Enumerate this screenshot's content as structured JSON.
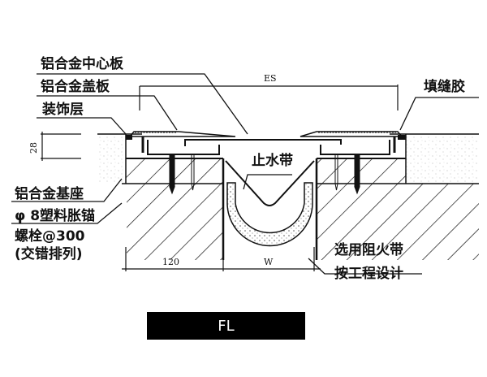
{
  "diagram": {
    "type": "expansion-joint-cross-section",
    "labels": {
      "center_plate": "铝合金中心板",
      "cover_plate": "铝合金盖板",
      "finish_layer": "装饰层",
      "sealant": "填缝胶",
      "waterstop": "止水带",
      "base_seat": "铝合金基座",
      "anchor_line1": "φ 8塑料胀锚",
      "anchor_line2": "螺栓@300",
      "anchor_line3": "(交错排列)",
      "fire_barrier_line1": "选用阻火带",
      "fire_barrier_line2": "按工程设计"
    },
    "dimensions": {
      "es": "ES",
      "height": "28",
      "side_width": "120",
      "gap_width": "W"
    },
    "model_badge": "FL"
  }
}
